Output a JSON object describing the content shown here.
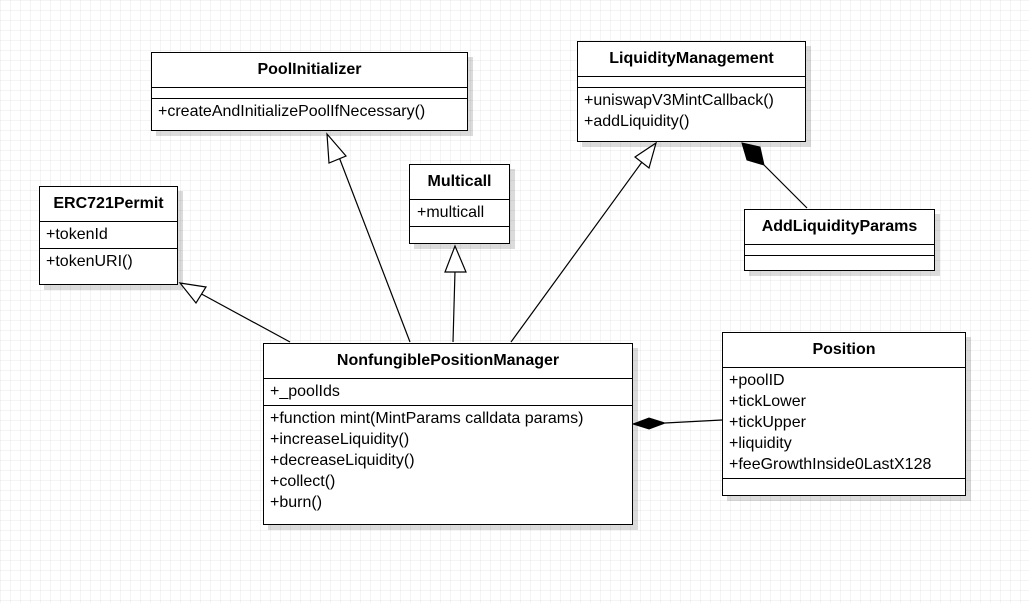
{
  "classes": {
    "pool_initializer": {
      "name": "PoolInitializer",
      "attributes": [],
      "methods": [
        "+createAndInitializePoolIfNecessary()"
      ]
    },
    "liquidity_management": {
      "name": "LiquidityManagement",
      "attributes": [],
      "methods": [
        "+uniswapV3MintCallback()",
        "+addLiquidity()"
      ]
    },
    "multicall": {
      "name": "Multicall",
      "attributes": [
        "+multicall"
      ],
      "methods": []
    },
    "erc721_permit": {
      "name": "ERC721Permit",
      "attributes": [
        "+tokenId"
      ],
      "methods": [
        "+tokenURI()"
      ]
    },
    "add_liquidity_params": {
      "name": "AddLiquidityParams",
      "attributes": [],
      "methods": []
    },
    "nonfungible_position_manager": {
      "name": "NonfungiblePositionManager",
      "attributes": [
        "+_poolIds"
      ],
      "methods": [
        "+function mint(MintParams calldata params)",
        "+increaseLiquidity()",
        "+decreaseLiquidity()",
        "+collect()",
        "+burn()"
      ]
    },
    "position": {
      "name": "Position",
      "attributes": [
        "+poolID",
        "+tickLower",
        "+tickUpper",
        "+liquidity",
        "+feeGrowthInside0LastX128"
      ],
      "methods": []
    }
  },
  "relations": [
    {
      "type": "inheritance",
      "from": "NonfungiblePositionManager",
      "to": "ERC721Permit"
    },
    {
      "type": "inheritance",
      "from": "NonfungiblePositionManager",
      "to": "PoolInitializer"
    },
    {
      "type": "inheritance",
      "from": "NonfungiblePositionManager",
      "to": "Multicall"
    },
    {
      "type": "inheritance",
      "from": "NonfungiblePositionManager",
      "to": "LiquidityManagement"
    },
    {
      "type": "composition",
      "whole": "LiquidityManagement",
      "part": "AddLiquidityParams"
    },
    {
      "type": "composition",
      "whole": "NonfungiblePositionManager",
      "part": "Position"
    }
  ]
}
